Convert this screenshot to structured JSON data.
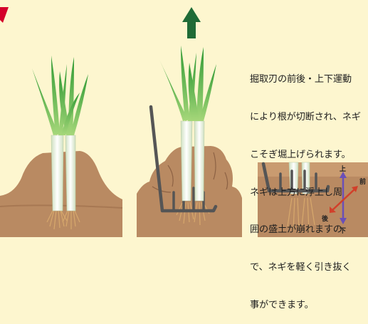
{
  "description": {
    "lines": [
      "掘取刃の前後・上下運動",
      "により根が切断され、ネギ",
      "こそぎ堀上げられます。",
      "ネギは上方に浮上し周",
      "囲の盛土が崩れますの",
      "で、ネギを軽く引き抜く",
      "事ができます。"
    ]
  },
  "direction_labels": {
    "up": "上",
    "down": "下",
    "front": "前",
    "back": "後"
  },
  "colors": {
    "background": "#fdf6cf",
    "soil": "#b98a62",
    "soil_dark": "#8d6244",
    "blade": "#5a5a5a",
    "arrow_green": "#1f6b36",
    "leaf_green": "#3fa83a",
    "stalk_white": "#eef4df",
    "root": "#d7a86c",
    "accent_red": "#d4002a"
  }
}
